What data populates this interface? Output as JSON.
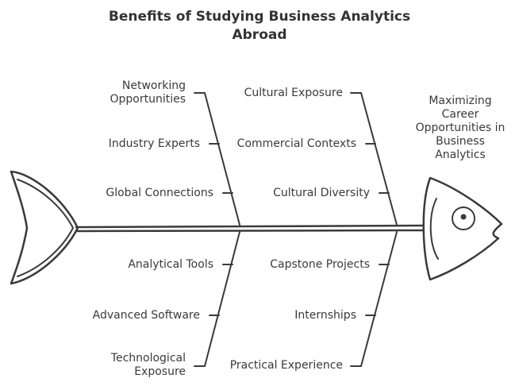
{
  "title": {
    "line1": "Benefits of Studying Business Analytics",
    "line2": "Abroad"
  },
  "effect": {
    "lines": [
      "Maximizing",
      "Career",
      "Opportunities in",
      "Business",
      "Analytics"
    ]
  },
  "causes": {
    "top_left": [
      {
        "lines": [
          "Networking",
          "Opportunities"
        ]
      },
      {
        "lines": [
          "Industry Experts"
        ]
      },
      {
        "lines": [
          "Global Connections"
        ]
      }
    ],
    "top_right": [
      {
        "lines": [
          "Cultural Exposure"
        ]
      },
      {
        "lines": [
          "Commercial Contexts"
        ]
      },
      {
        "lines": [
          "Cultural Diversity"
        ]
      }
    ],
    "bottom_left": [
      {
        "lines": [
          "Analytical Tools"
        ]
      },
      {
        "lines": [
          "Advanced Software"
        ]
      },
      {
        "lines": [
          "Technological",
          "Exposure"
        ]
      }
    ],
    "bottom_right": [
      {
        "lines": [
          "Capstone Projects"
        ]
      },
      {
        "lines": [
          "Internships"
        ]
      },
      {
        "lines": [
          "Practical Experience"
        ]
      }
    ]
  },
  "colors": {
    "ink": "#3a3a3a",
    "background": "#ffffff"
  }
}
